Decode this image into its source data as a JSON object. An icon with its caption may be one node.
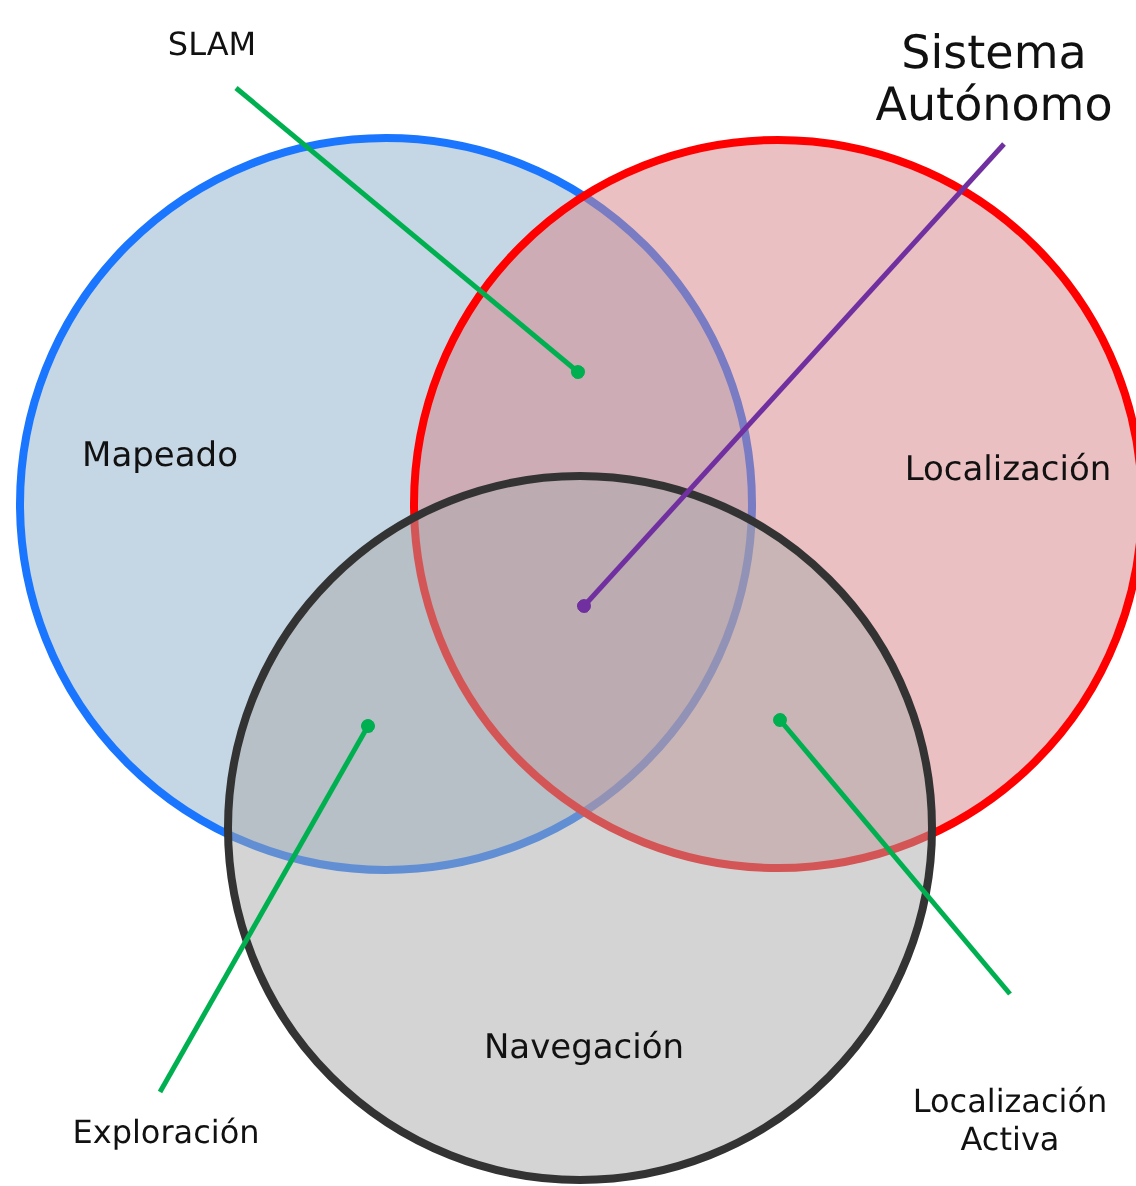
{
  "diagram": {
    "nodes": [
      {
        "text": [
          "Mapeado"
        ]
      },
      {
        "text": [
          "Localización"
        ]
      },
      {
        "text": [
          "Navegación"
        ]
      },
      {
        "text": [
          "SLAM"
        ]
      },
      {
        "text": [
          "Sistema Autónomo"
        ]
      },
      {
        "text": [
          "Exploración"
        ]
      },
      {
        "text": [
          "Localización Activa"
        ]
      }
    ],
    "edges": [
      {
        "from": 3,
        "to": 1,
        "arrow": "other"
      },
      {
        "from": 4,
        "to": 2,
        "arrow": "other",
        "color": "#7030a0"
      },
      {
        "from": 5,
        "to": 2,
        "arrow": "other"
      },
      {
        "from": 6,
        "to": 2,
        "arrow": "other"
      }
    ]
  }
}
